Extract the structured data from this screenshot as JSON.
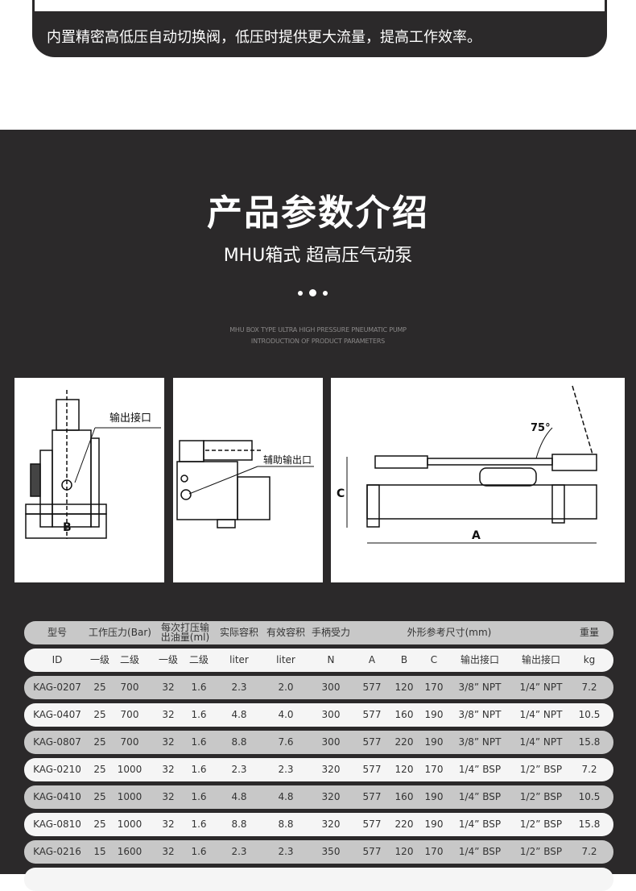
{
  "intro_card": {
    "text": "内置精密高低压自动切换阀，低压时提供更大流量，提高工作效率。"
  },
  "section": {
    "title": "产品参数介绍",
    "subtitle": "MHU箱式 超高压气动泵",
    "en_line1": "MHU BOX TYPE ULTRA HIGH PRESSURE PNEUMATIC PUMP",
    "en_line2": "INTRODUCTION OF PRODUCT PARAMETERS"
  },
  "diagrams": {
    "front_label": "输出接口",
    "front_dim": "B",
    "side_label": "辅助输出口",
    "main_angle": "75°",
    "main_dim_a": "A",
    "main_dim_c": "C"
  },
  "table": {
    "header": [
      "型号",
      "工作压力(Bar)",
      "每次打压输\n出油量(ml)",
      "实际容积",
      "有效容积",
      "手柄受力",
      "外形参考尺寸(mm)",
      "重量"
    ],
    "subheader": [
      "ID",
      "一级",
      "二级",
      "一级",
      "二级",
      "liter",
      "liter",
      "N",
      "A",
      "B",
      "C",
      "输出接口",
      "输出接口",
      "kg"
    ],
    "rows": [
      [
        "KAG-0207",
        "25",
        "700",
        "32",
        "1.6",
        "2.3",
        "2.0",
        "300",
        "577",
        "120",
        "170",
        "3/8” NPT",
        "1/4” NPT",
        "7.2"
      ],
      [
        "KAG-0407",
        "25",
        "700",
        "32",
        "1.6",
        "4.8",
        "4.0",
        "300",
        "577",
        "160",
        "190",
        "3/8” NPT",
        "1/4” NPT",
        "10.5"
      ],
      [
        "KAG-0807",
        "25",
        "700",
        "32",
        "1.6",
        "8.8",
        "7.6",
        "300",
        "577",
        "220",
        "190",
        "3/8” NPT",
        "1/4” NPT",
        "15.8"
      ],
      [
        "KAG-0210",
        "25",
        "1000",
        "32",
        "1.6",
        "2.3",
        "2.3",
        "320",
        "577",
        "120",
        "170",
        "1/4” BSP",
        "1/2” BSP",
        "7.2"
      ],
      [
        "KAG-0410",
        "25",
        "1000",
        "32",
        "1.6",
        "4.8",
        "4.8",
        "320",
        "577",
        "160",
        "190",
        "1/4” BSP",
        "1/2” BSP",
        "10.5"
      ],
      [
        "KAG-0810",
        "25",
        "1000",
        "32",
        "1.6",
        "8.8",
        "8.8",
        "320",
        "577",
        "220",
        "190",
        "1/4” BSP",
        "1/2” BSP",
        "15.8"
      ],
      [
        "KAG-0216",
        "15",
        "1600",
        "32",
        "1.6",
        "2.3",
        "2.3",
        "350",
        "577",
        "120",
        "170",
        "1/4” BSP",
        "1/2” BSP",
        "7.2"
      ]
    ]
  }
}
